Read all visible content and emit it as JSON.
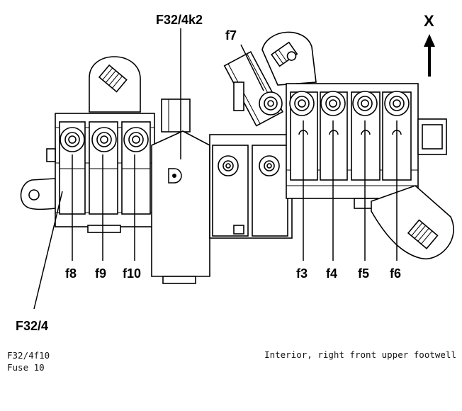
{
  "direction_label": "X",
  "labels": {
    "f32_4k2": "F32/4k2",
    "f7": "f7",
    "f8": "f8",
    "f9": "f9",
    "f10": "f10",
    "f3": "f3",
    "f4": "f4",
    "f5": "f5",
    "f6": "f6",
    "f32_4": "F32/4"
  },
  "caption": {
    "component_id": "F32/4f10",
    "component_name": "Fuse 10",
    "location": "Interior, right front upper footwell"
  }
}
